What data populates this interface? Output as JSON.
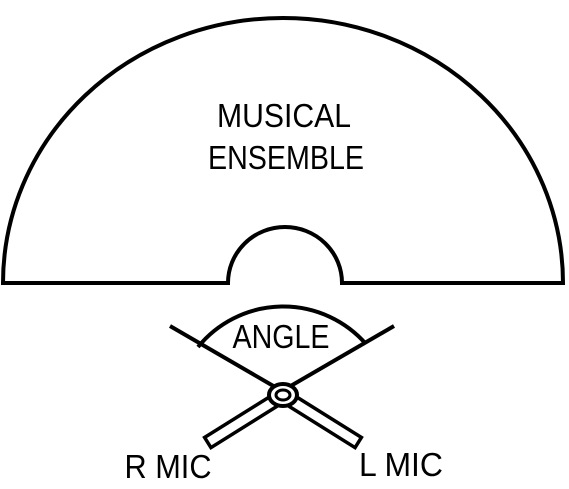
{
  "ensemble": {
    "line1": "MUSICAL",
    "line2": "ENSEMBLE"
  },
  "angle_label": "ANGLE",
  "mics": {
    "right_label": "R MIC",
    "left_label": "L MIC"
  },
  "colors": {
    "stroke": "#000000",
    "background": "#ffffff"
  }
}
